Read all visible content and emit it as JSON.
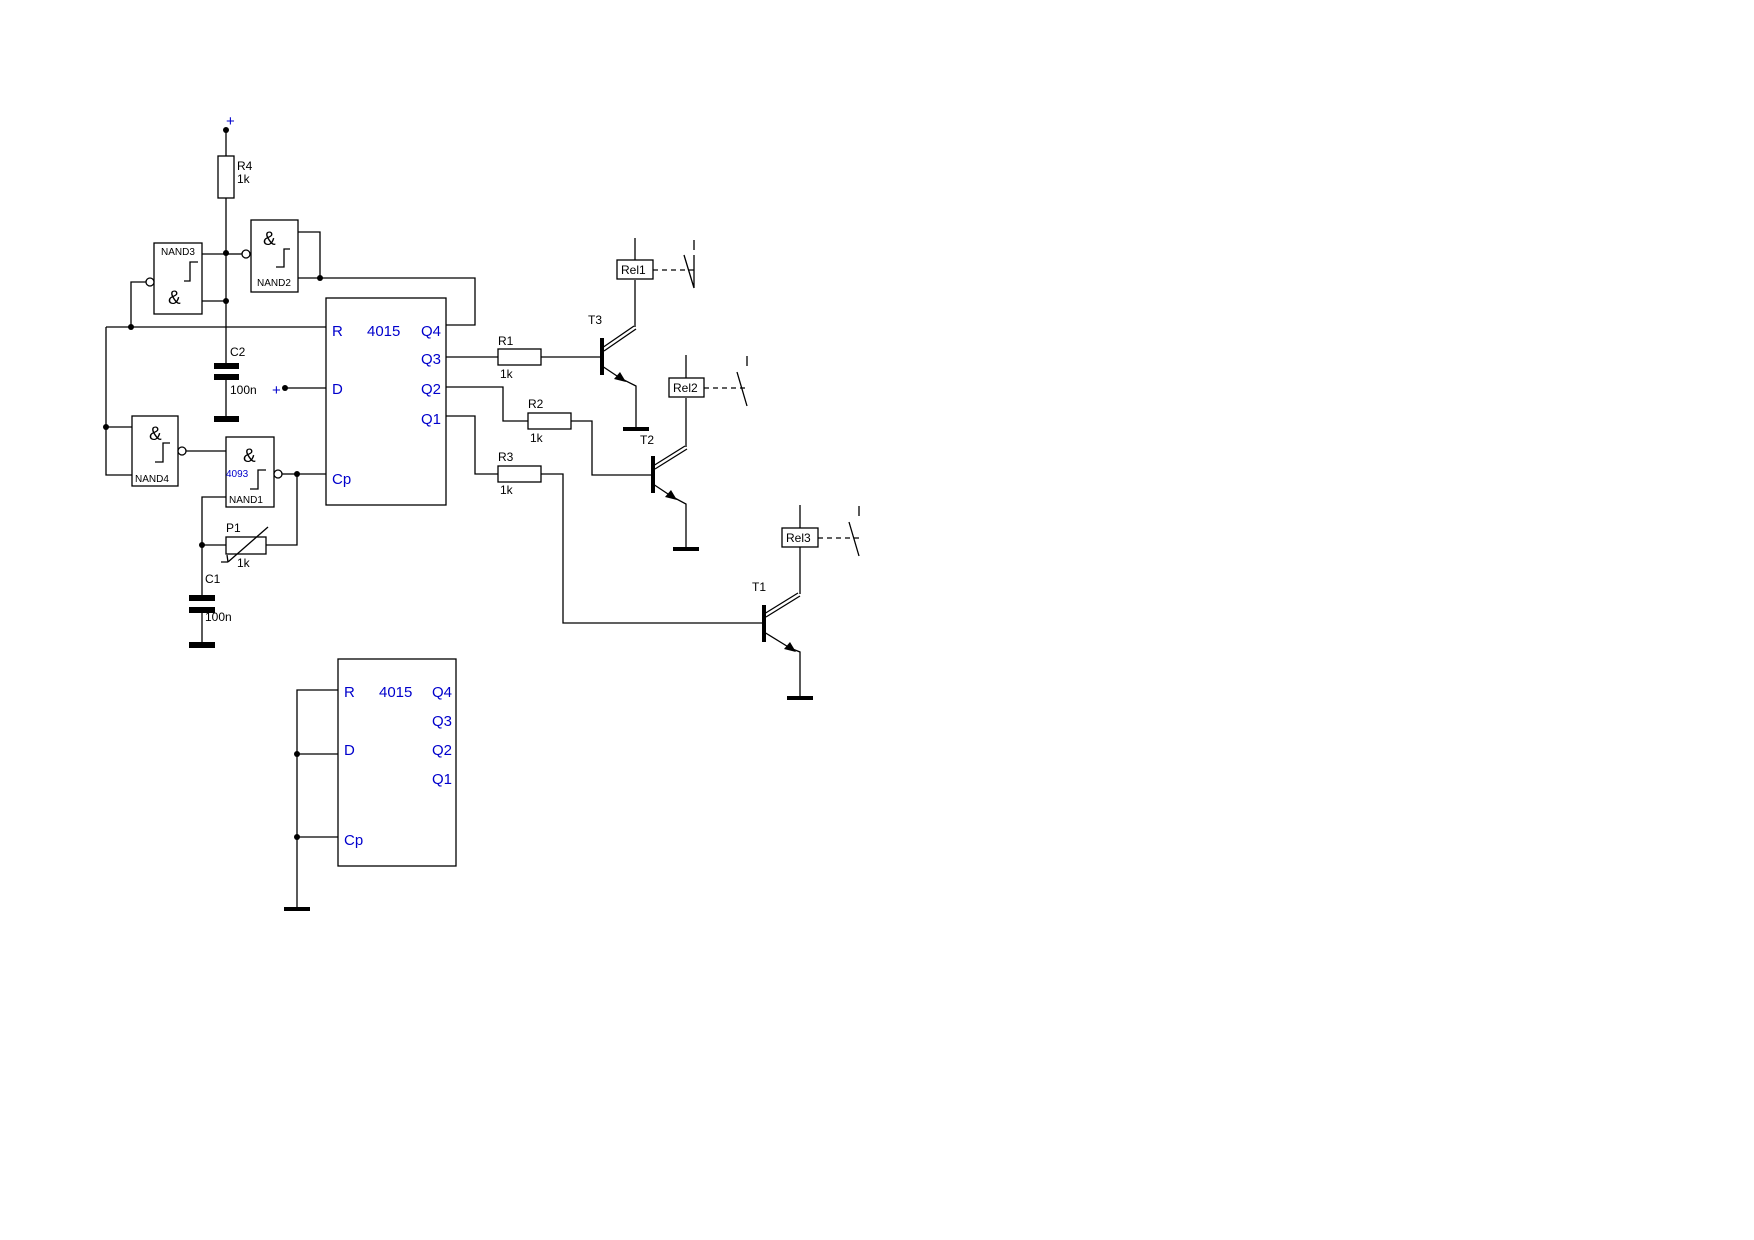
{
  "supply": {
    "plus_top": "+",
    "plus_d": "+"
  },
  "r4": {
    "name": "R4",
    "value": "1k"
  },
  "c2": {
    "name": "C2",
    "value": "100n"
  },
  "c1": {
    "name": "C1",
    "value": "100n"
  },
  "p1": {
    "name": "P1",
    "value": "1k"
  },
  "nand1": {
    "name": "NAND1",
    "chip": "4093",
    "symbol": "&"
  },
  "nand2": {
    "name": "NAND2",
    "symbol": "&"
  },
  "nand3": {
    "name": "NAND3",
    "symbol": "&"
  },
  "nand4": {
    "name": "NAND4",
    "symbol": "&"
  },
  "ic1": {
    "part": "4015",
    "pin_r": "R",
    "pin_d": "D",
    "pin_cp": "Cp",
    "pin_q4": "Q4",
    "pin_q3": "Q3",
    "pin_q2": "Q2",
    "pin_q1": "Q1"
  },
  "ic2": {
    "part": "4015",
    "pin_r": "R",
    "pin_d": "D",
    "pin_cp": "Cp",
    "pin_q4": "Q4",
    "pin_q3": "Q3",
    "pin_q2": "Q2",
    "pin_q1": "Q1"
  },
  "r1": {
    "name": "R1",
    "value": "1k"
  },
  "r2": {
    "name": "R2",
    "value": "1k"
  },
  "r3": {
    "name": "R3",
    "value": "1k"
  },
  "t1": {
    "name": "T1"
  },
  "t2": {
    "name": "T2"
  },
  "t3": {
    "name": "T3"
  },
  "rel1": {
    "name": "Rel1"
  },
  "rel2": {
    "name": "Rel2"
  },
  "rel3": {
    "name": "Rel3"
  },
  "colors": {
    "wire": "#000000",
    "pin_label": "#0000cc"
  }
}
